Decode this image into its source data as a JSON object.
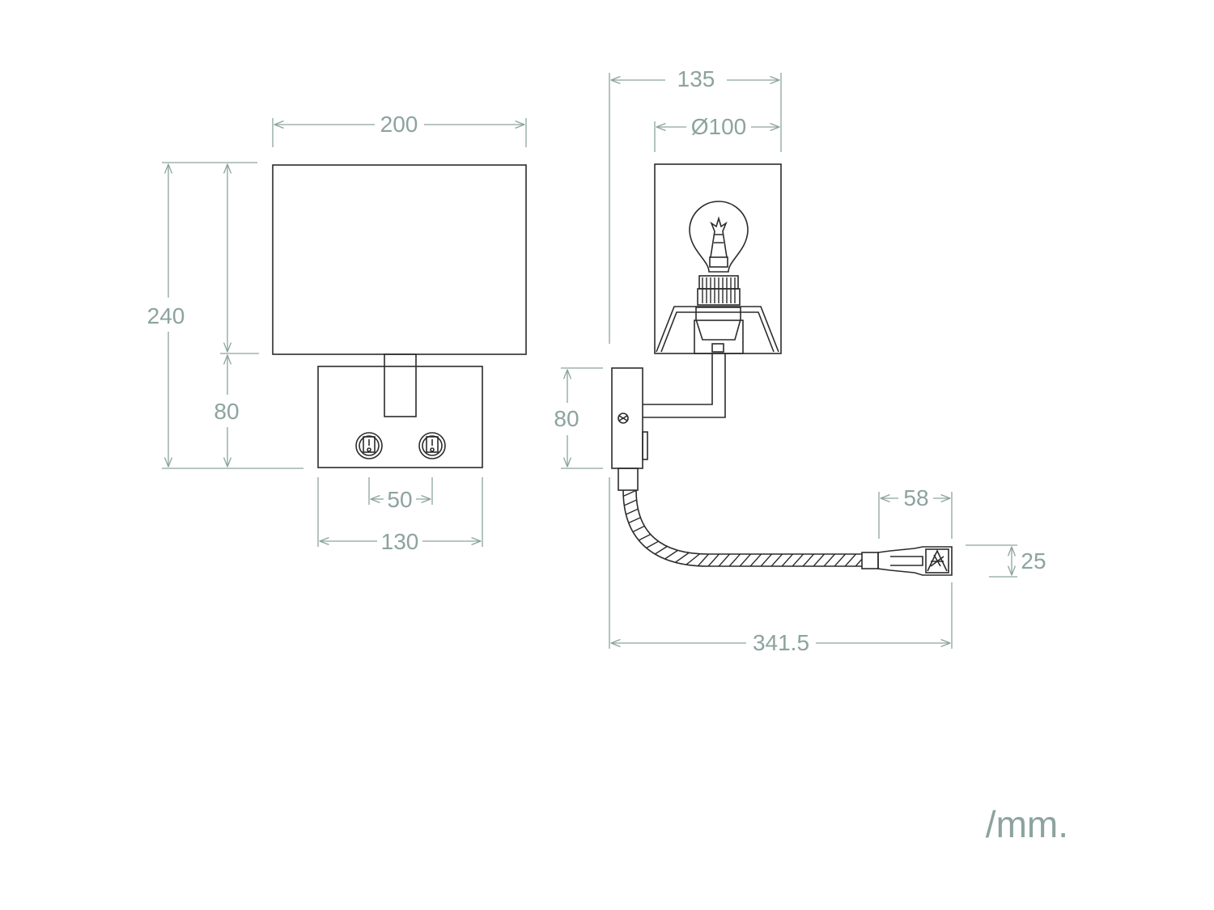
{
  "colors": {
    "dimension": "#8ca39f",
    "object": "#2b2b2b",
    "background": "#ffffff"
  },
  "front_view": {
    "width": "200",
    "total_height": "240",
    "base_height": "80",
    "switch_spacing": "50",
    "base_width": "130"
  },
  "side_view": {
    "overall_depth": "135",
    "shade_diameter": "Ø100",
    "base_height": "80",
    "reading_head_length": "58",
    "reading_head_height": "25",
    "arm_reach": "341.5"
  },
  "unit_label": "/mm."
}
